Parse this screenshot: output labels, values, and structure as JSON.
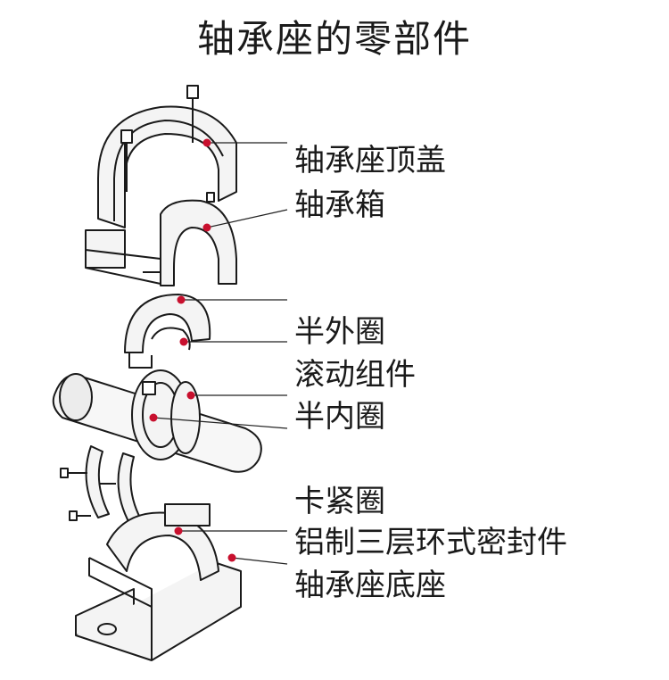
{
  "title": "轴承座的零部件",
  "labels": {
    "cap": "轴承座顶盖",
    "housing": "轴承箱",
    "outer_half": "半外圈",
    "rolling": "滚动组件",
    "inner_half": "半内圈",
    "clamp": "卡紧圈",
    "seal": "铝制三层环式密封件",
    "base": "轴承座底座"
  },
  "colors": {
    "marker": "#c8102e",
    "line": "#222222"
  }
}
